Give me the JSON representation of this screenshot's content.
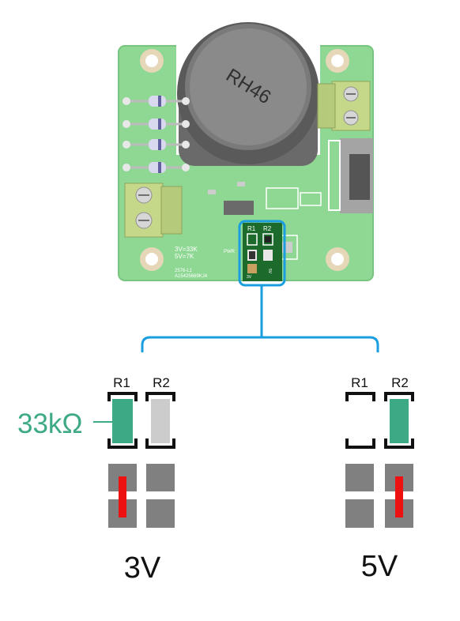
{
  "board": {
    "sensor_marking": "RH46",
    "silk_ratio": "3V=33K\n5V=7K",
    "silk_code": "2576-L1",
    "silk_serial": "A15425669KJ4",
    "jumper_r1": "R1",
    "jumper_r2": "R2",
    "mark_3v": "3V",
    "mark_5v": "5V",
    "mark_pwr": "PWR"
  },
  "left": {
    "r1_label": "R1",
    "r2_label": "R2",
    "resistor_callout": "33kΩ",
    "voltage": "3V"
  },
  "right": {
    "r1_label": "R1",
    "r2_label": "R2",
    "voltage": "5V"
  },
  "colors": {
    "accent_green": "#3daa85",
    "connector_blue": "#1a9ee0",
    "bridge_red": "#ee1111",
    "pad_gray": "#808080",
    "empty_slot_gray": "#cccccc",
    "pcb_green": "#7ecf85"
  }
}
